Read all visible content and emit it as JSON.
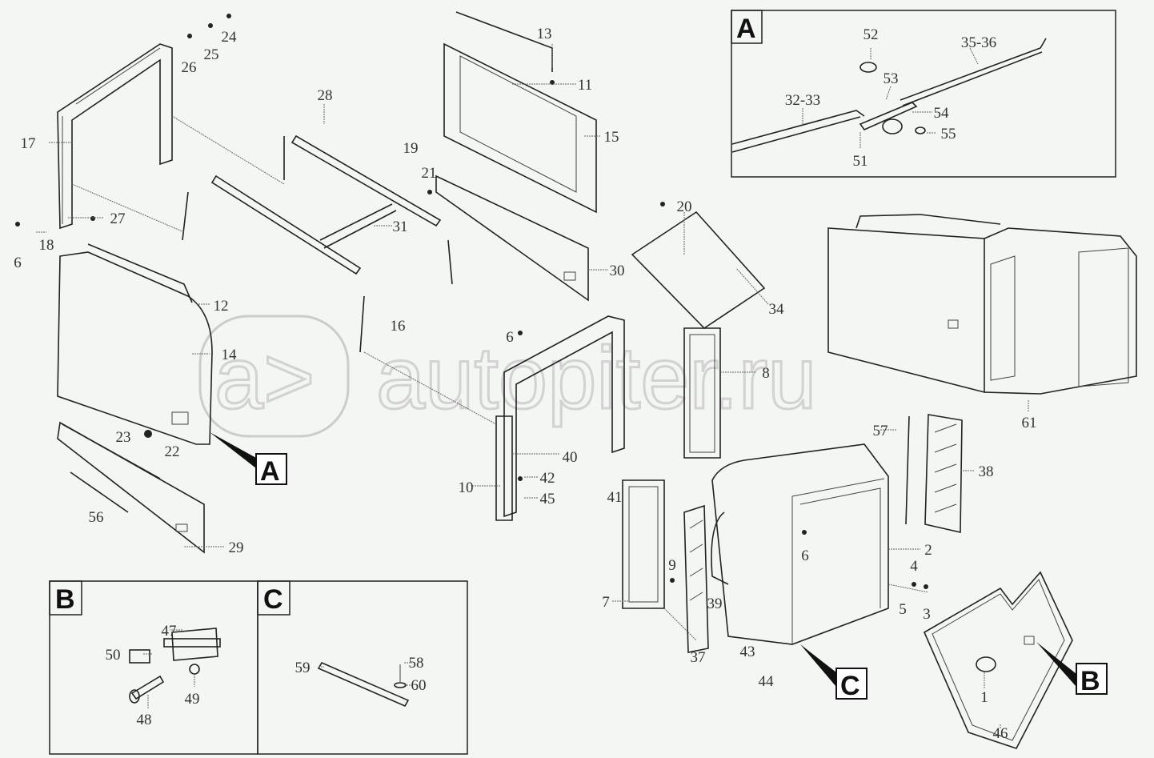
{
  "diagram": {
    "watermark": "autopiter.ru",
    "watermark_logo": "a>",
    "insets": {
      "A": "A",
      "B": "B",
      "C": "C"
    },
    "callouts": {
      "A": "A",
      "B": "B",
      "C": "C"
    },
    "labels": [
      "24",
      "25",
      "26",
      "13",
      "11",
      "17",
      "28",
      "15",
      "19",
      "21",
      "27",
      "18",
      "6",
      "31",
      "20",
      "30",
      "12",
      "34",
      "16",
      "14",
      "6",
      "8",
      "23",
      "22",
      "57",
      "38",
      "40",
      "42",
      "45",
      "41",
      "10",
      "56",
      "29",
      "61",
      "9",
      "6",
      "2",
      "4",
      "7",
      "5",
      "3",
      "39",
      "37",
      "43",
      "44",
      "1",
      "46"
    ],
    "inset_a_labels": [
      "52",
      "35-36",
      "53",
      "32-33",
      "54",
      "55",
      "51"
    ],
    "inset_b_labels": [
      "47",
      "50",
      "49",
      "48"
    ],
    "inset_c_labels": [
      "58",
      "59",
      "60"
    ]
  }
}
